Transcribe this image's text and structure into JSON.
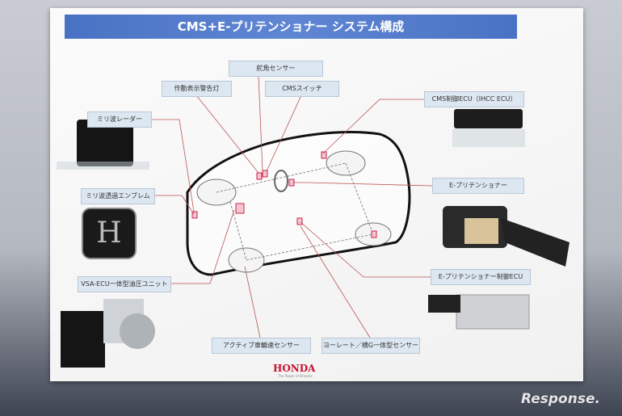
{
  "title": "CMS+E-プリテンショナー システム構成",
  "labels": {
    "steering_sensor": "舵角センサー",
    "warning_lamp": "作動表示警告灯",
    "cms_switch": "CMSスイッチ",
    "cms_ecu": "CMS制御ECU（IHCC ECU）",
    "radar": "ミリ波レーダー",
    "pretensioner": "E-プリテンショナー",
    "emblem": "ミリ波透過エンブレム",
    "vsa": "VSA-ECU一体型油圧ユニット",
    "pretensioner_ecu": "E-プリテンショナー制御ECU",
    "wheel_speed": "アクティブ車輪速センサー",
    "yaw_rate": "ヨーレート／横G一体型センサー"
  },
  "brand": {
    "name": "HONDA",
    "slogan": "The Power of Dreams"
  },
  "watermark": "Response."
}
